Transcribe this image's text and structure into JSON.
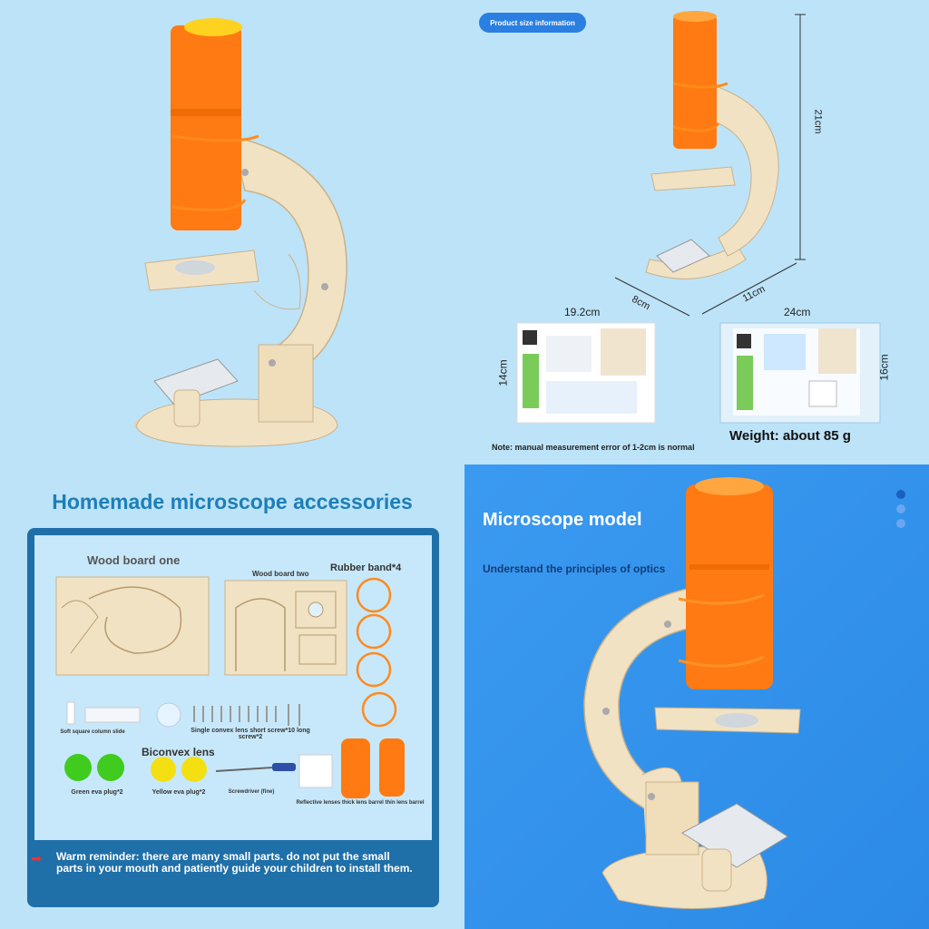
{
  "size_panel": {
    "badge": "Product size information",
    "height": "21cm",
    "depth": "8cm",
    "width": "11cm",
    "manual_width": "19.2cm",
    "manual_height": "14cm",
    "pack_width": "24cm",
    "pack_height": "16cm",
    "note": "Note: manual measurement error of 1-2cm is normal",
    "weight": "Weight: about 85 g"
  },
  "accessories": {
    "title": "Homemade microscope accessories",
    "wood_board_one": "Wood board one",
    "wood_board_two": "Wood board two",
    "rubber_band": "Rubber band*4",
    "slide": "Soft square column slide",
    "lens_screws": "Single convex lens short screw*10 long screw*2",
    "biconvex": "Biconvex lens",
    "green_plug": "Green eva plug*2",
    "yellow_plug": "Yellow eva plug*2",
    "screwdriver": "Screwdriver (fine)",
    "barrels": "Reflective lenses thick lens barrel thin lens barrel",
    "warning": "Warm reminder: there are many small parts. do not put the small parts in your mouth and patiently guide your children to install them."
  },
  "model_panel": {
    "title": "Microscope model",
    "subtitle": "Understand the principles of optics"
  },
  "colors": {
    "orange": "#ff7a12",
    "wood": "#f2e2c4",
    "blue_accent": "#2a7fe0",
    "panel_blue": "#3b9af0"
  }
}
